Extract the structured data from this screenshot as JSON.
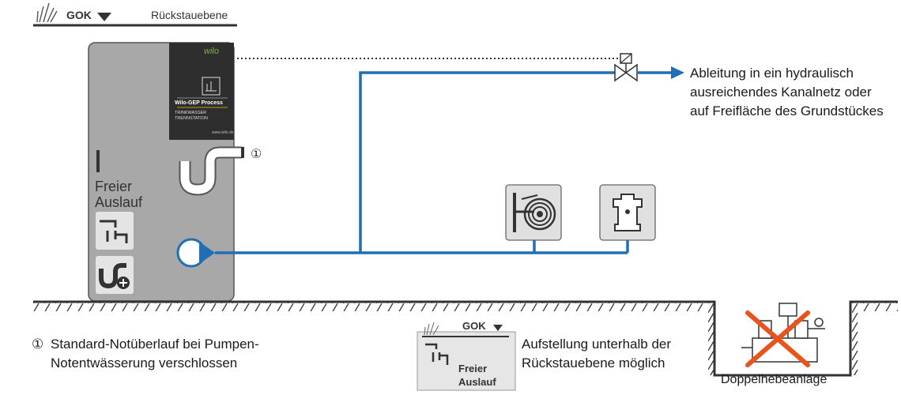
{
  "header": {
    "gok": "GOK",
    "rueckstauebene": "Rückstauebene"
  },
  "device": {
    "brand": "wilo",
    "product": "Wilo-GEP Process",
    "sub1": "TRINKWASSER",
    "sub2": "TRENNSTATION",
    "url": "www.wilo.de",
    "label_line1": "Freier",
    "label_line2": "Auslauf",
    "overflow_marker": "①"
  },
  "outlet": {
    "line1": "Ableitung in ein hydraulisch",
    "line2": "ausreichendes Kanalnetz oder",
    "line3": "auf Freifläche des Grundstückes"
  },
  "pit": {
    "label": "Doppelhebeanlage"
  },
  "footnote": {
    "marker": "①",
    "line1": "Standard-Notüberlauf bei Pumpen-",
    "line2": "Notentwässerung verschlossen"
  },
  "legend": {
    "gok": "GOK",
    "line1": "Freier",
    "line2": "Auslauf",
    "text1": "Aufstellung unterhalb der",
    "text2": "Rückstauebene möglich"
  },
  "colors": {
    "pipe": "#1f6fb2",
    "cross": "#e8541e",
    "device": "#a8a8a8"
  }
}
